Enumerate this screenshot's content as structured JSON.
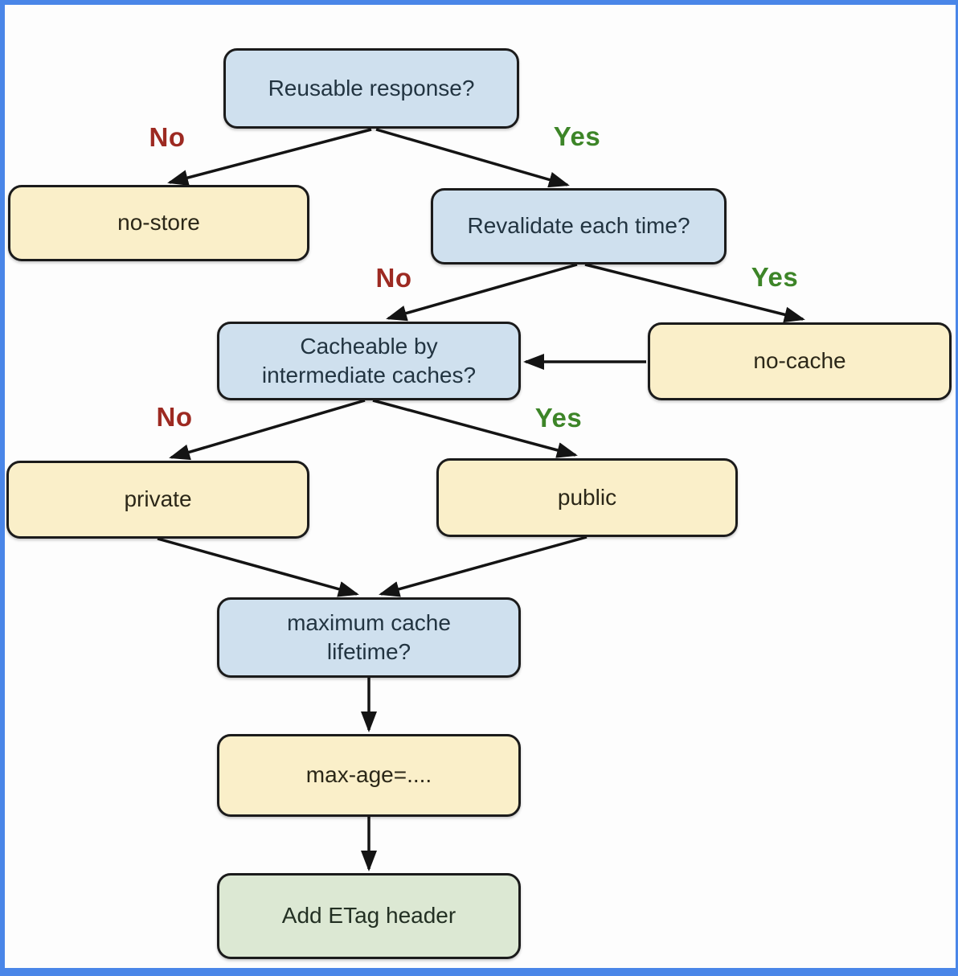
{
  "diagram": {
    "type": "flowchart",
    "topic": "HTTP response caching decision tree",
    "nodes": [
      {
        "id": "reusable",
        "label": "Reusable response?",
        "kind": "decision"
      },
      {
        "id": "no-store",
        "label": "no-store",
        "kind": "directive"
      },
      {
        "id": "revalidate",
        "label": "Revalidate each time?",
        "kind": "decision"
      },
      {
        "id": "cacheable",
        "label": [
          "Cacheable by",
          "intermediate caches?"
        ],
        "kind": "decision"
      },
      {
        "id": "no-cache",
        "label": "no-cache",
        "kind": "directive"
      },
      {
        "id": "private",
        "label": "private",
        "kind": "directive"
      },
      {
        "id": "public",
        "label": "public",
        "kind": "directive"
      },
      {
        "id": "max-lifetime",
        "label": [
          "maximum cache",
          "lifetime?"
        ],
        "kind": "decision"
      },
      {
        "id": "max-age",
        "label": "max-age=....",
        "kind": "directive"
      },
      {
        "id": "etag",
        "label": "Add ETag header",
        "kind": "final"
      }
    ],
    "edges": [
      {
        "from": "reusable",
        "to": "no-store",
        "label": "No"
      },
      {
        "from": "reusable",
        "to": "revalidate",
        "label": "Yes"
      },
      {
        "from": "revalidate",
        "to": "cacheable",
        "label": "No"
      },
      {
        "from": "revalidate",
        "to": "no-cache",
        "label": "Yes"
      },
      {
        "from": "no-cache",
        "to": "cacheable",
        "label": ""
      },
      {
        "from": "cacheable",
        "to": "private",
        "label": "No"
      },
      {
        "from": "cacheable",
        "to": "public",
        "label": "Yes"
      },
      {
        "from": "private",
        "to": "max-lifetime",
        "label": ""
      },
      {
        "from": "public",
        "to": "max-lifetime",
        "label": ""
      },
      {
        "from": "max-lifetime",
        "to": "max-age",
        "label": ""
      },
      {
        "from": "max-age",
        "to": "etag",
        "label": ""
      }
    ]
  },
  "colors": {
    "frame-blue": "#4a86e8",
    "canvas-bg": "#fdfdfd",
    "decision-fill": "#cfe0ee",
    "directive-fill": "#faefc9",
    "final-fill": "#dce8d3",
    "node-border": "#1b1b1b",
    "arrow": "#141414",
    "no-label": "#9d2a22",
    "yes-label": "#3d8528"
  }
}
